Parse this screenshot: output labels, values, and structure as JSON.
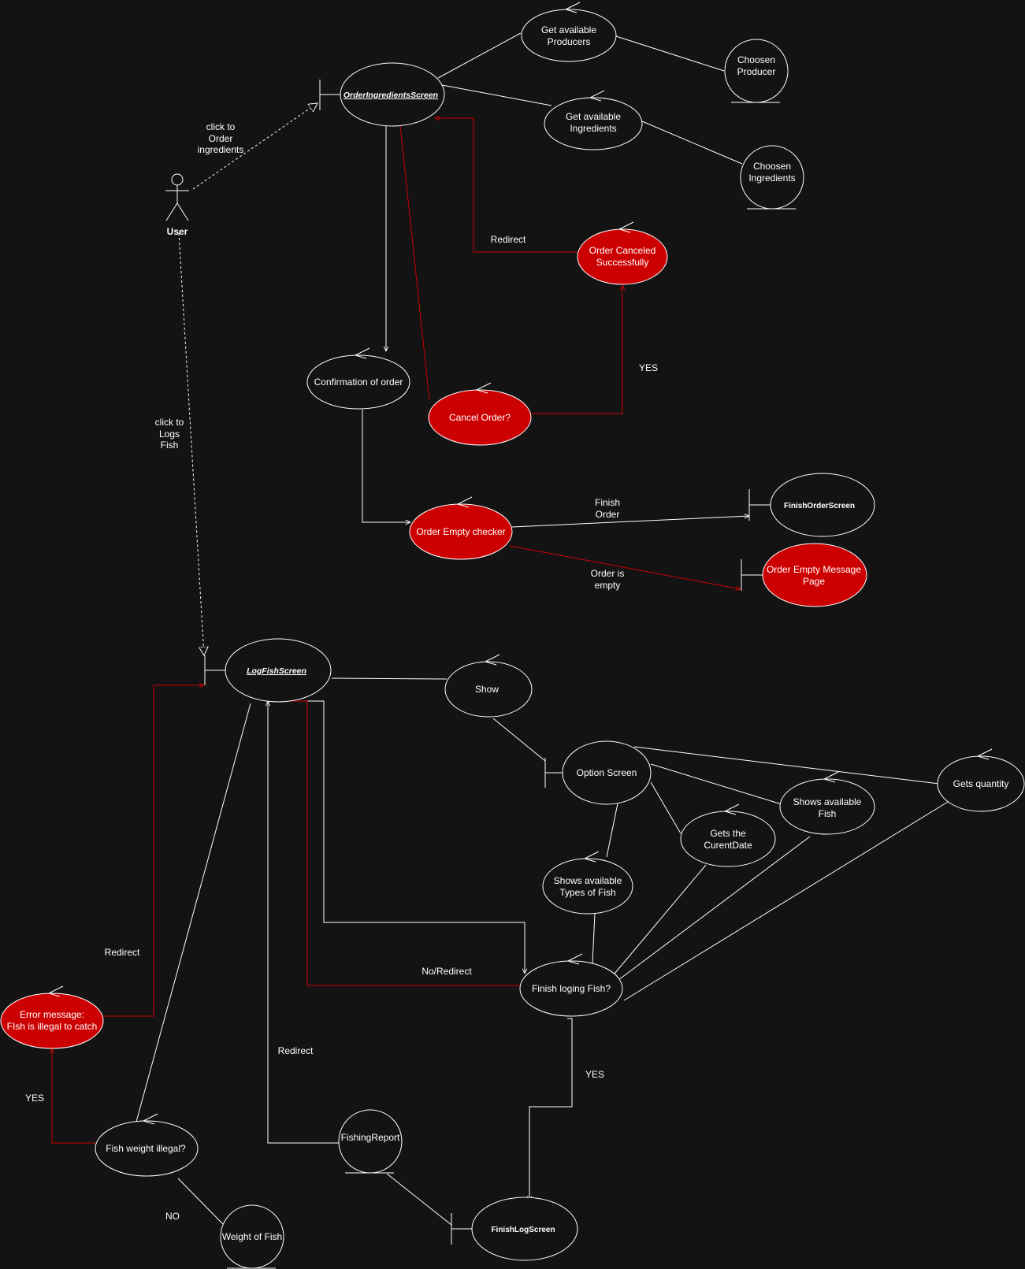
{
  "actor": {
    "label": "User"
  },
  "boundaries": {
    "order_ingredients": "OrderIngredientsScreen",
    "log_fish": "LogFishScreen",
    "finish_order": "FinishOrderScreen",
    "order_empty_msg": [
      "Order Empty Message",
      "Page"
    ],
    "option_screen": "Option Screen",
    "finish_log": "FinishLogScreen"
  },
  "controls": {
    "get_producers": [
      "Get available",
      "Producers"
    ],
    "get_ingredients": [
      "Get available",
      "Ingredients"
    ],
    "order_canceled": [
      "Order Canceled",
      "Successfully"
    ],
    "confirmation": "Confirmation of order",
    "cancel_order": "Cancel Order?",
    "order_empty_checker": "Order Empty checker",
    "show": "Show",
    "shows_fish": [
      "Shows available",
      "Fish"
    ],
    "gets_quantity": "Gets quantity",
    "gets_date": [
      "Gets the",
      "CurentDate"
    ],
    "shows_types": [
      "Shows available",
      "Types of Fish"
    ],
    "finish_loging": "Finish loging Fish?",
    "error_msg": [
      "Error message:",
      "FIsh is illegal to catch"
    ],
    "fish_weight": "Fish weight  illegal?"
  },
  "entities": {
    "chosen_producer": [
      "Choosen",
      "Producer"
    ],
    "chosen_ingredients": [
      "Choosen",
      "Ingredients"
    ],
    "fishing_report": "FishingReport",
    "weight_of_fish": "Weight of Fish"
  },
  "edge_labels": {
    "click_order": [
      "click to",
      "Order",
      "ingredients"
    ],
    "click_log": [
      "click to",
      "Logs",
      "Fish"
    ],
    "redirect_cancel": "Redirect",
    "yes_cancel": "YES",
    "finish_order": [
      "Finish",
      "Order"
    ],
    "order_empty": [
      "Order is",
      "empty"
    ],
    "redirect_error": "Redirect",
    "no_redirect": "No/Redirect",
    "redirect_report": "Redirect",
    "yes_finish": "YES",
    "yes_weight": "YES",
    "no_weight": "NO"
  },
  "colors": {
    "background": "#131313",
    "line": "#ffffff",
    "alert": "#cc0000"
  }
}
